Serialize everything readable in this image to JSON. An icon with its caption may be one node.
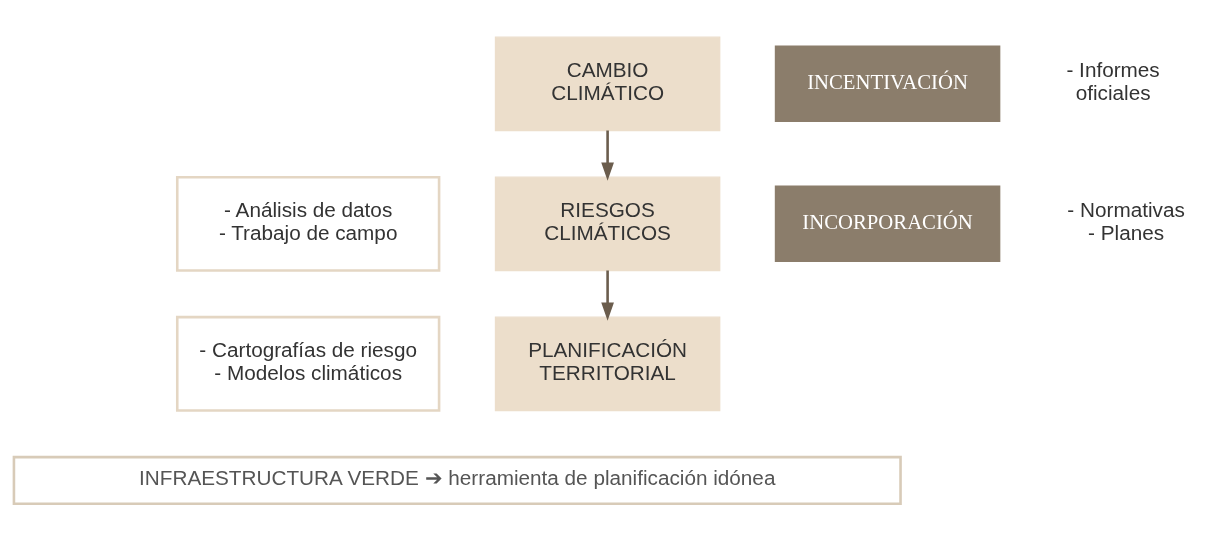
{
  "diagram": {
    "nodes": [
      {
        "text": [
          "CAMBIO CLIMÁTICO"
        ]
      },
      {
        "text": [
          "INCENTIVACIÓN"
        ]
      },
      {
        "text": [
          "- Informes oficiales"
        ]
      },
      {
        "text": [
          "- Análisis de datos - Trabajo de campo"
        ]
      },
      {
        "text": [
          "RIESGOS CLIMÁTICOS"
        ]
      },
      {
        "text": [
          "INCORPORACIÓN"
        ]
      },
      {
        "text": [
          "- Normativas - Planes"
        ]
      },
      {
        "text": [
          "- Cartografías de riesgo - Modelos climáticos"
        ]
      },
      {
        "text": [
          "PLANIFICACIÓN TERRITORIAL"
        ]
      },
      {
        "text": [
          "INFRAESTRUCTURA VERDE ➔ herramienta de planificación idónea"
        ]
      }
    ],
    "edges": [
      {
        "from": 0,
        "to": 4,
        "arrow": "to"
      },
      {
        "from": 4,
        "to": 8,
        "arrow": "to"
      }
    ]
  }
}
